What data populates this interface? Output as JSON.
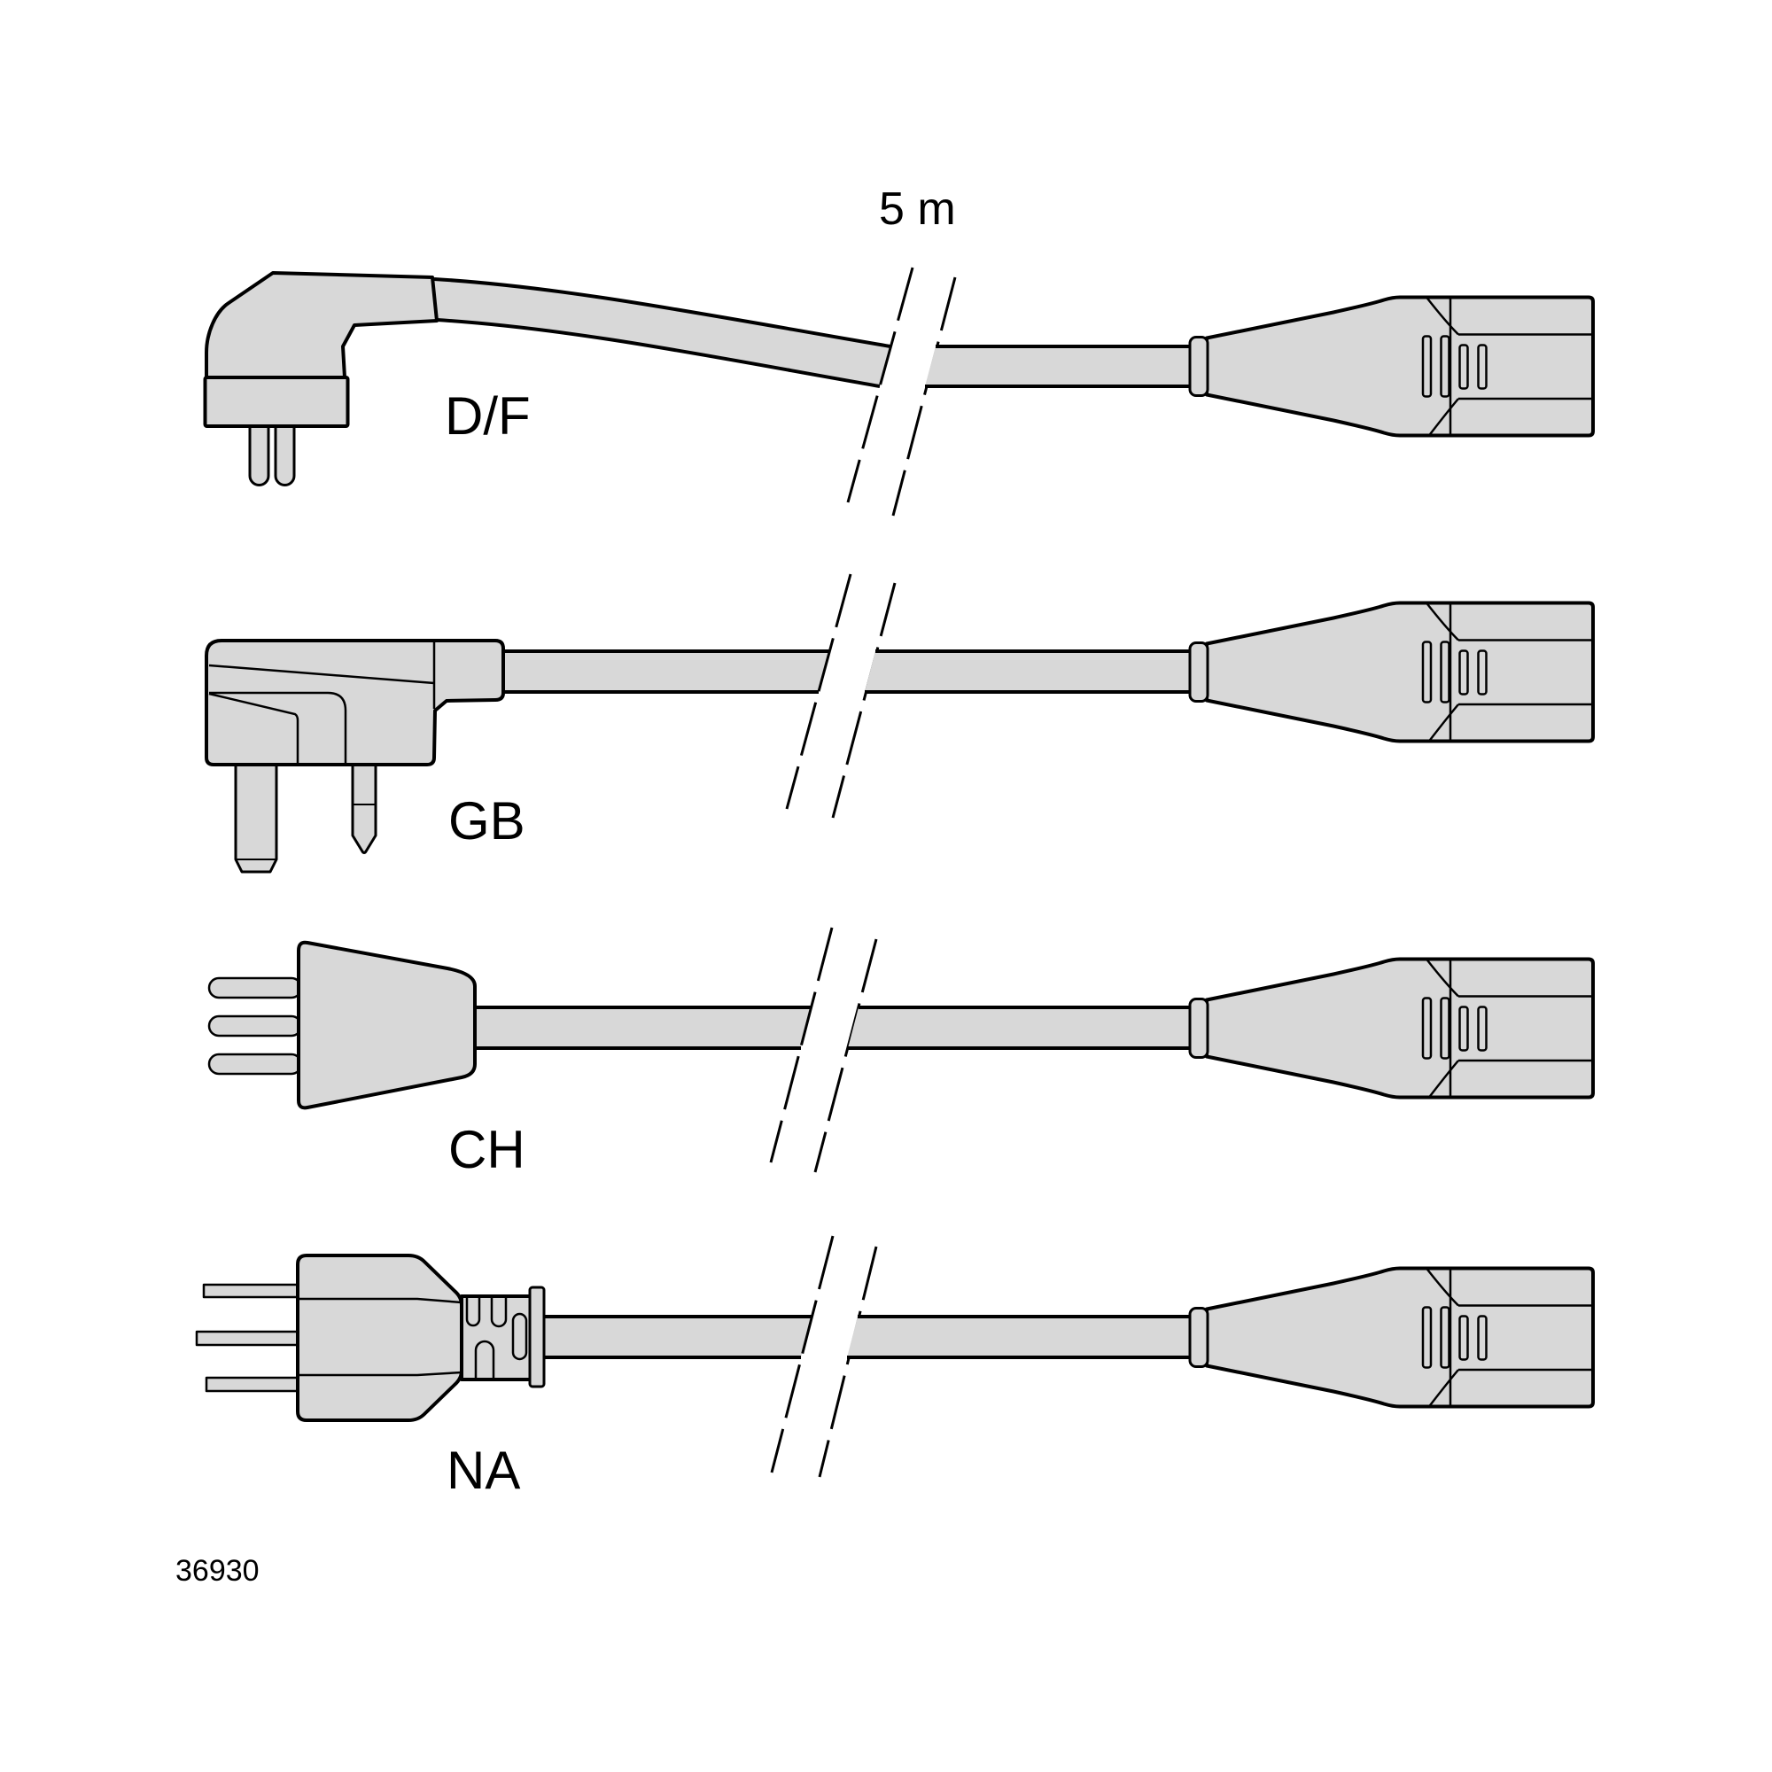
{
  "colors": {
    "shape_fill": "#d8d8d8",
    "line": "#000000",
    "background": "#ffffff",
    "text": "#000000"
  },
  "annotation": {
    "cable_length": "5 m"
  },
  "figure_number": "36930",
  "cables": [
    {
      "label": "D/F"
    },
    {
      "label": "GB"
    },
    {
      "label": "CH"
    },
    {
      "label": "NA"
    }
  ]
}
